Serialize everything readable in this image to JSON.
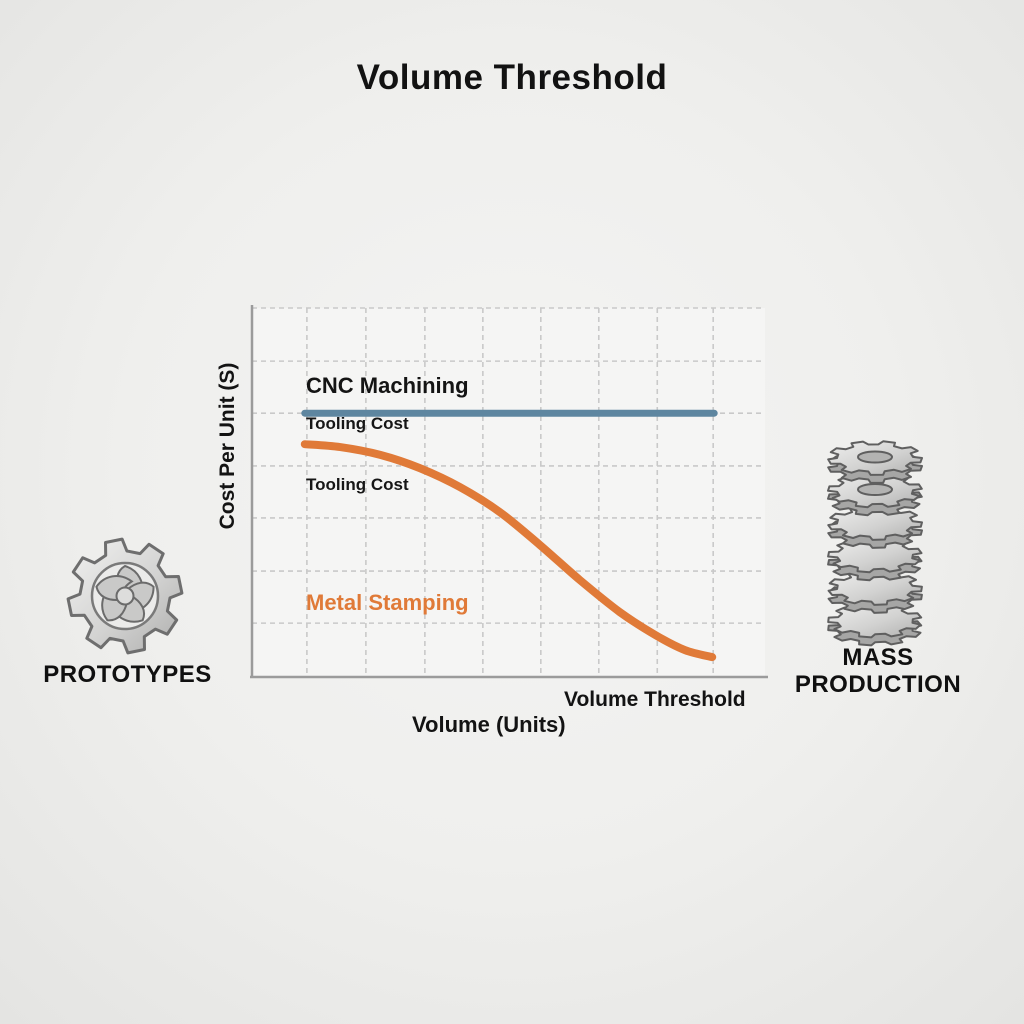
{
  "title": "Volume Threshold",
  "chart_data": {
    "type": "line",
    "title": "Volume Threshold",
    "xlabel": "Volume (Units)",
    "ylabel": "Cost Per Unit (S)",
    "threshold_annotation": "Volume Threshold",
    "xlim": [
      0,
      100
    ],
    "ylim": [
      0,
      100
    ],
    "grid": true,
    "legend_position": "inline-annotations",
    "grid_x_fracs": [
      10.7,
      22.2,
      33.7,
      45.0,
      56.3,
      67.6,
      79.0,
      89.9
    ],
    "grid_y_fracs": [
      14.6,
      28.7,
      43.1,
      57.2,
      71.5,
      85.6,
      100
    ],
    "series": [
      {
        "name": "CNC Machining",
        "label": "CNC Machining",
        "sublabel": "Tooling Cost",
        "color": "#5e86a0",
        "x": [
          10.3,
          90.1
        ],
        "y": [
          71.5,
          71.5
        ]
      },
      {
        "name": "Metal Stamping",
        "label": "Metal Stamping",
        "sublabel": "Tooling Cost",
        "color": "#e07a38",
        "x": [
          10.3,
          17.2,
          25.0,
          32.7,
          40.5,
          48.3,
          56.1,
          63.9,
          71.7,
          78.6,
          84.4,
          89.7
        ],
        "y": [
          63.1,
          62.3,
          60.2,
          56.6,
          51.5,
          44.7,
          35.8,
          26.3,
          17.6,
          11.4,
          7.3,
          5.4
        ]
      }
    ]
  },
  "sides": {
    "left_caption": "PROTOTYPES",
    "right_caption_line1": "MASS",
    "right_caption_line2": "PRODUCTION"
  },
  "icons": {
    "left": "gear-icon",
    "right": "gear-stack-icon"
  },
  "colors": {
    "cnc_line": "#5e86a0",
    "stamping_line": "#e07a38",
    "text": "#161616",
    "grid": "#c9c9c9",
    "axis": "#9b9b9b",
    "plot_bg": "#f5f5f4"
  }
}
